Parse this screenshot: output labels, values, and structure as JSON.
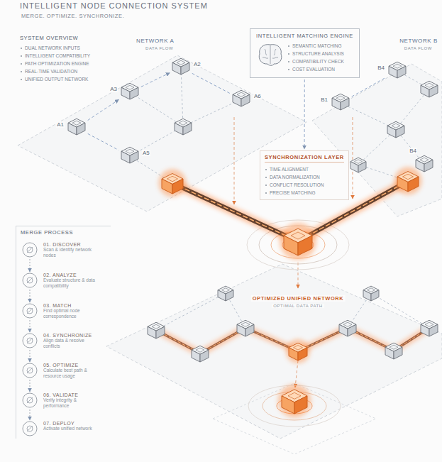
{
  "diagram": {
    "title": "INTELLIGENT NODE CONNECTION SYSTEM",
    "nodes": [
      {
        "text": [
          "SYSTEM OVERVIEW",
          "DUAL NETWORK INPUTS",
          "INTELLIGENT COMPATIBILITY",
          "PATH OPTIMIZATION ENGINE",
          "REAL-TIME VALIDATION",
          "UNIFIED OUTPUT NETWORK"
        ]
      },
      {
        "text": [
          "A2"
        ]
      },
      {
        "text": [
          "A3"
        ]
      },
      {
        "text": [
          "A1"
        ]
      },
      {
        "text": [
          "A6"
        ]
      },
      {
        "text": [
          "A5"
        ]
      },
      {
        "text": [
          "INTELLIGENT MATCHING ENGINE",
          "SEMANTIC MATCHING",
          "STRUCTURE ANALYSIS",
          "COMPATIBILITY CHECK",
          "COST EVALUATION"
        ]
      },
      {
        "text": [
          "B4"
        ]
      },
      {
        "text": [
          "B1"
        ]
      },
      {
        "text": [
          "B4"
        ]
      },
      {
        "text": [
          "SYNCHRONIZATION LAYER",
          "TIME ALIGNMENT",
          "DATA NORMALIZATION",
          "CONFLICT RESOLUTION",
          "PRECISE MATCHING"
        ]
      },
      {
        "text": [
          "MERGE PROCESS"
        ]
      },
      {
        "text": [
          "01. DISCOVER",
          "Scan & identify network nodes"
        ],
        "in": 11
      },
      {
        "text": [
          "02. ANALYZE",
          "Evaluate structure & data compatibility"
        ],
        "in": 11
      },
      {
        "text": [
          "03. MATCH",
          "Find optimal node correspondence"
        ],
        "in": 11
      },
      {
        "text": [
          "04. SYNCHRONIZE",
          "Align data & resolve conflicts"
        ],
        "in": 11
      },
      {
        "text": [
          "05. OPTIMIZE",
          "Calculate best path & resource usage"
        ],
        "in": 11
      },
      {
        "text": [
          "06. VALIDATE",
          "Verify integrity & performance"
        ],
        "in": 11
      },
      {
        "text": [
          "07. DEPLOY",
          "Activate unified network"
        ],
        "in": 11
      }
    ],
    "edges": [
      {
        "from": 3,
        "to": 2,
        "arrow": "to"
      },
      {
        "from": 2,
        "to": 1,
        "arrow": "to"
      },
      {
        "from": 1,
        "to": 4,
        "arrow": "none"
      },
      {
        "from": 3,
        "to": 5,
        "arrow": "none"
      },
      {
        "from": 8,
        "to": 7,
        "arrow": "none"
      },
      {
        "from": 6,
        "to": 10,
        "arrow": "to"
      },
      {
        "from": 12,
        "to": 13,
        "arrow": "to"
      },
      {
        "from": 13,
        "to": 14,
        "arrow": "to"
      },
      {
        "from": 14,
        "to": 15,
        "arrow": "to"
      },
      {
        "from": 15,
        "to": 16,
        "arrow": "to"
      },
      {
        "from": 16,
        "to": 17,
        "arrow": "to"
      },
      {
        "from": 17,
        "to": 18,
        "arrow": "to"
      }
    ],
    "labels": [
      "MERGE. OPTIMIZE. SYNCHRONIZE.",
      "NETWORK A",
      "DATA FLOW",
      "NETWORK B",
      "DATA FLOW",
      "OPTIMIZED UNIFIED NETWORK",
      "OPTIMAL DATA PATH"
    ]
  }
}
